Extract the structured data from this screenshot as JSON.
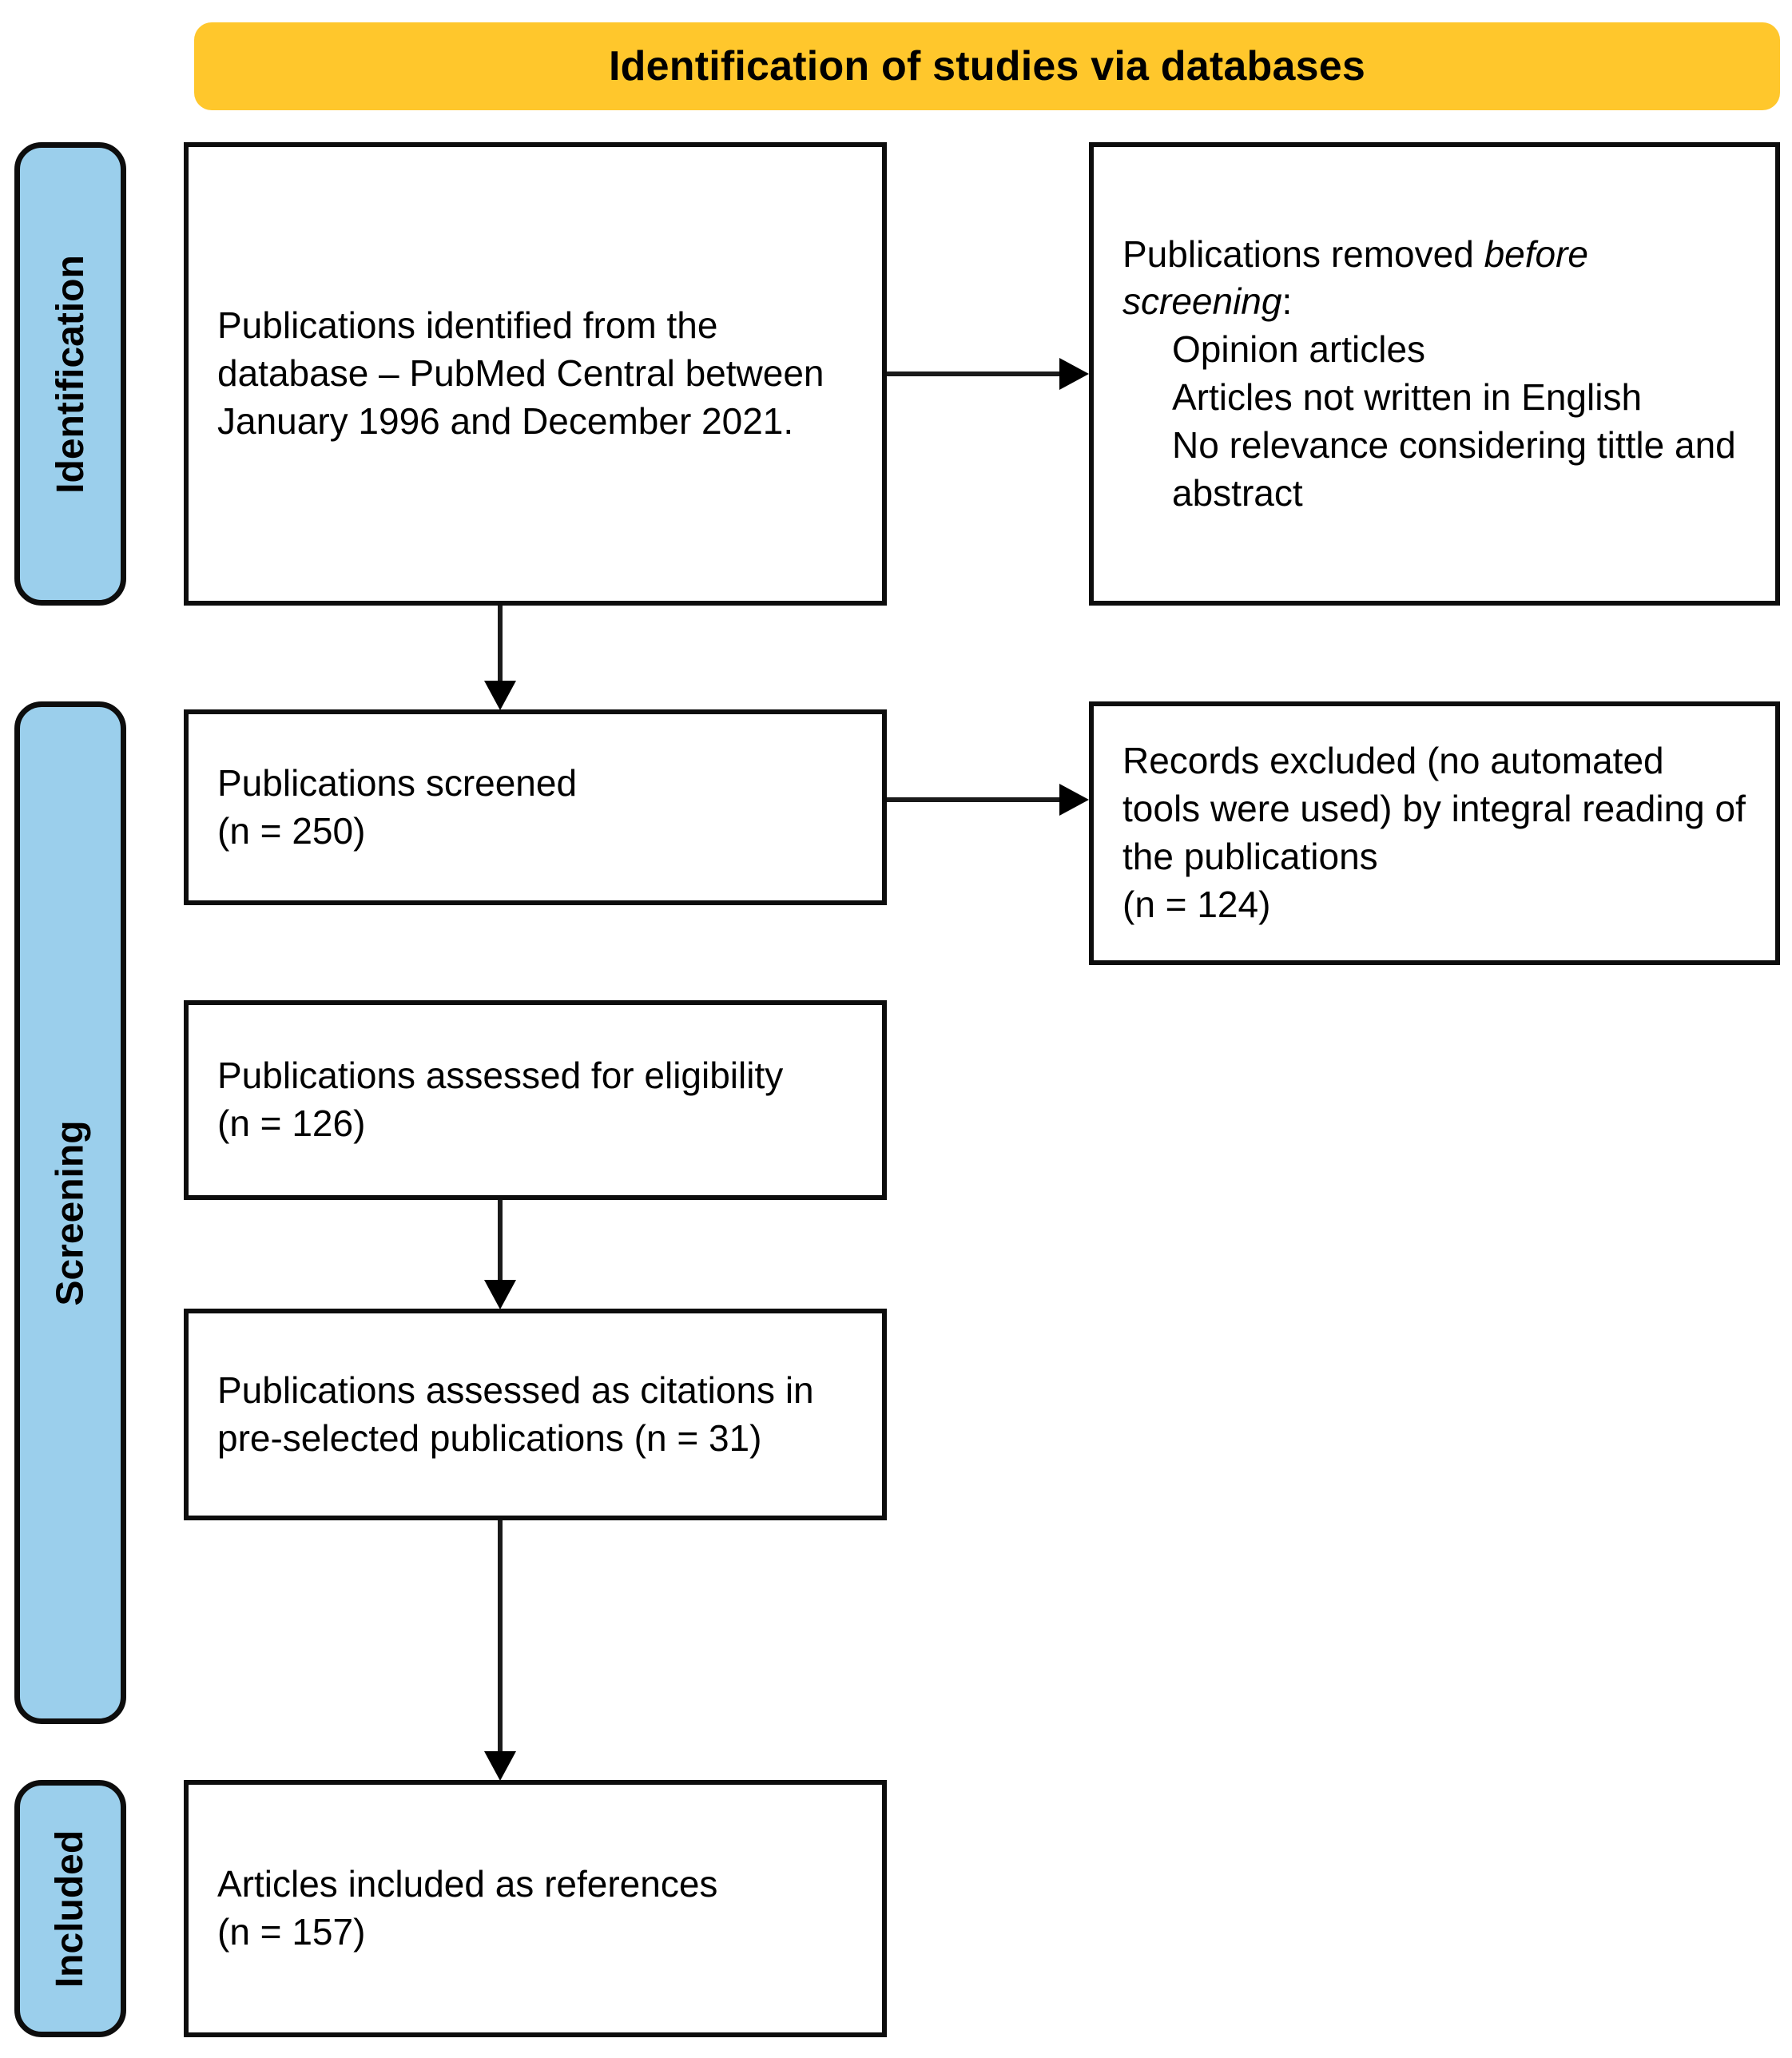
{
  "header": {
    "title": "Identification of studies via databases",
    "color": "#FFC72C"
  },
  "stages": {
    "color": "#9BCFEC",
    "identification": "Identification",
    "screening": "Screening",
    "included": "Included"
  },
  "boxes": {
    "identified": {
      "text": "Publications identified from the database – PubMed Central between January 1996 and December 2021."
    },
    "removed": {
      "lead": "Publications removed ",
      "lead_italic": "before screening",
      "lead_colon": ":",
      "items": [
        "Opinion articles",
        "Articles not written in English",
        "No relevance considering tittle and abstract"
      ]
    },
    "screened": {
      "line1": "Publications screened",
      "line2": "(n = 250)",
      "n": 250
    },
    "excluded": {
      "line1": "Records excluded (no automated tools were used) by integral reading of the publications",
      "line2": "(n = 124)",
      "n": 124
    },
    "eligibility": {
      "line1": "Publications assessed for eligibility",
      "line2": "(n = 126)",
      "n": 126
    },
    "citations": {
      "line1": "Publications assessed as citations in pre-selected publications (n = 31)",
      "n": 31
    },
    "included": {
      "line1": "Articles included as references",
      "line2": "(n = 157)",
      "n": 157
    }
  },
  "arrows": {
    "identified_to_removed": "identified-to-removed",
    "identified_down": "identified-to-screened",
    "screened_to_excluded": "screened-to-excluded",
    "eligibility_down": "eligibility-to-citations",
    "citations_down": "citations-to-included"
  }
}
